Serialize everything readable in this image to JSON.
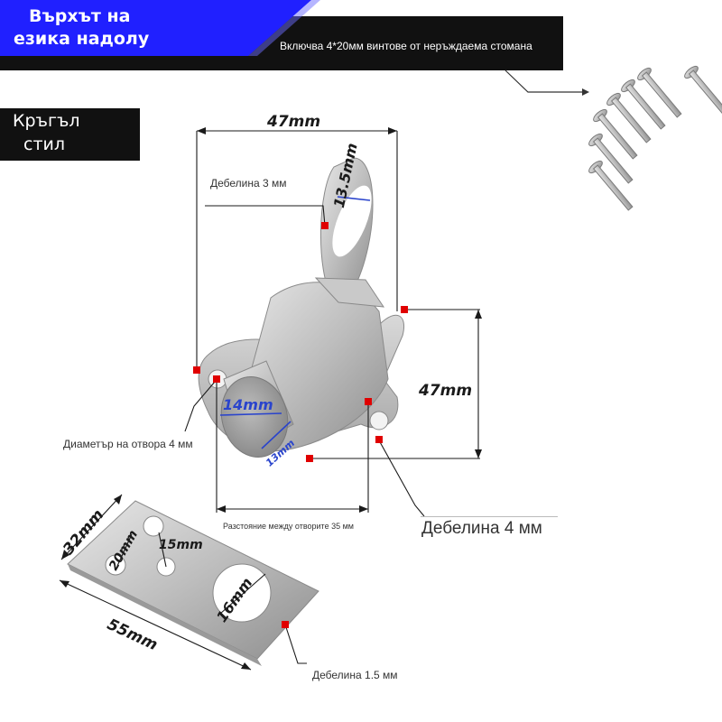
{
  "header": {
    "title_line1": "Върхът на",
    "title_line2": "езика надолу",
    "includes_note": "Включва 4*20мм винтове от неръждаема стомана"
  },
  "style_badge": {
    "line1": "Кръгъл",
    "line2": "стил"
  },
  "latch": {
    "width_label": "47mm",
    "height_label": "47mm",
    "ring_label": "13.5mm",
    "bolt_label": "14mm",
    "tongue_label": "13mm",
    "ring_thickness_note": "Дебелина 3 мм",
    "hole_diameter_note": "Диаметър на отвора 4 мм",
    "hole_spacing_note": "Разстояние между отворите 35 мм",
    "base_thickness_note": "Дебелина 4 мм"
  },
  "plate": {
    "height_label": "32mm",
    "length_label": "55mm",
    "hole_spacing_label": "20mm",
    "hole_offset_label": "15mm",
    "big_hole_label": "16mm",
    "thickness_note": "Дебелина 1.5 мм"
  },
  "colors": {
    "accent_blue": "#2020ff",
    "marker_red": "#e00000",
    "header_black": "#111111",
    "dim_blue": "#2a44cc"
  }
}
